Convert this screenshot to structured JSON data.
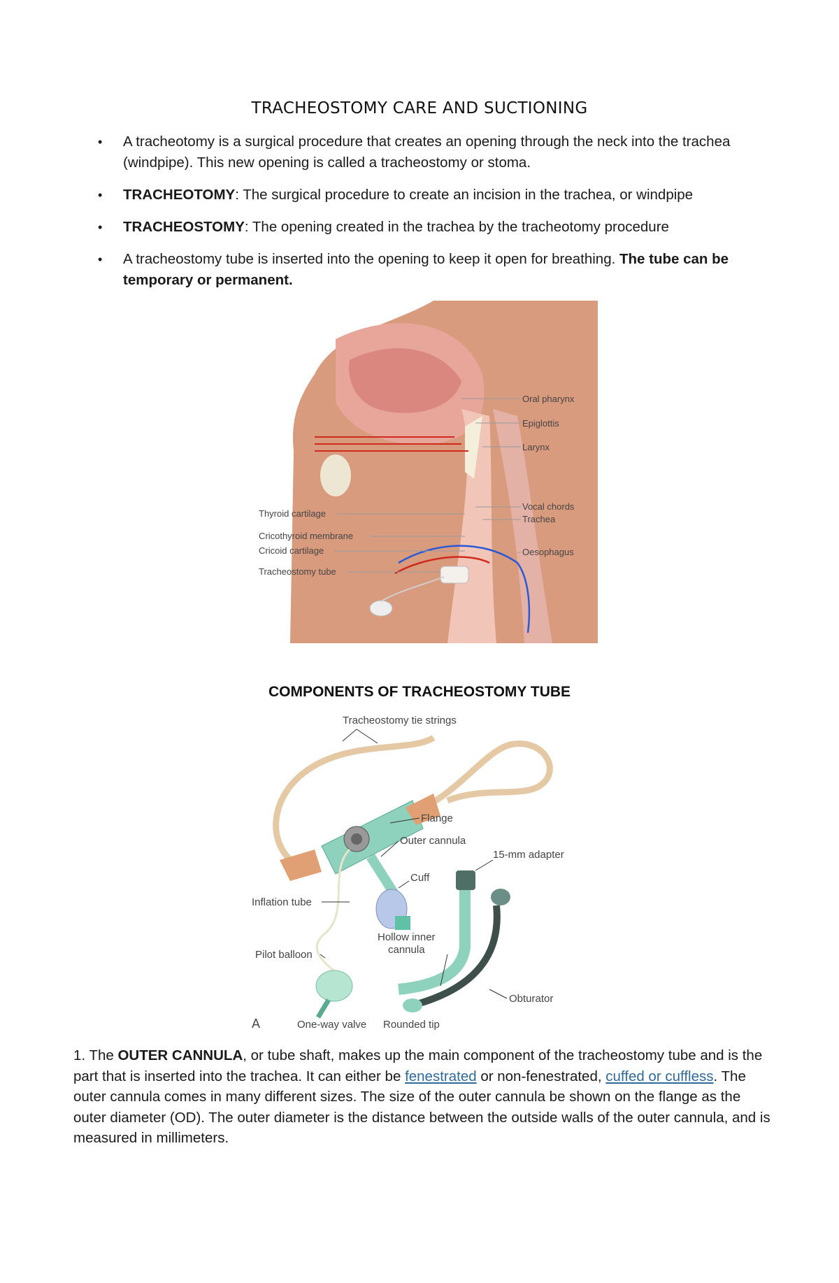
{
  "document": {
    "title": "TRACHEOSTOMY CARE AND SUCTIONING",
    "bullets": [
      {
        "pre": "",
        "bold": "",
        "text": "A tracheotomy is a surgical procedure that creates an opening through the neck into the trachea (windpipe). This new opening is called a tracheostomy or stoma.",
        "bold_tail": ""
      },
      {
        "pre": "",
        "bold": "TRACHEOTOMY",
        "text": ": The surgical procedure to create an incision in the trachea, or windpipe",
        "bold_tail": ""
      },
      {
        "pre": "",
        "bold": "TRACHEOSTOMY",
        "text": ": The opening created in the trachea by the tracheotomy procedure",
        "bold_tail": ""
      },
      {
        "pre": "",
        "bold": "",
        "text": "A tracheostomy tube is inserted into the opening to keep it open for breathing. ",
        "bold_tail": "The tube can be temporary or permanent."
      }
    ],
    "anatomy_labels": {
      "oral_pharynx": "Oral pharynx",
      "epiglottis": "Epiglottis",
      "larynx": "Larynx",
      "vocal_chords": "Vocal chords",
      "trachea": "Trachea",
      "oesophagus": "Oesophagus",
      "thyroid_cartilage": "Thyroid cartilage",
      "cricothyroid_membrane": "Cricothyroid membrane",
      "cricoid_cartilage": "Cricoid cartilage",
      "tracheostomy_tube": "Tracheostomy tube"
    },
    "components_title": "COMPONENTS OF TRACHEOSTOMY TUBE",
    "component_labels": {
      "tie_strings": "Tracheostomy tie strings",
      "flange": "Flange",
      "outer_cannula": "Outer cannula",
      "adapter": "15-mm adapter",
      "cuff": "Cuff",
      "inflation_tube": "Inflation tube",
      "inner_cannula_1": "Hollow inner",
      "inner_cannula_2": "cannula",
      "pilot_balloon": "Pilot balloon",
      "obturator": "Obturator",
      "figure_letter": "A",
      "one_way_valve": "One-way valve",
      "rounded_tip": "Rounded tip"
    },
    "paragraph": {
      "p1": "1. The ",
      "bold1": "OUTER CANNULA",
      "p2": ", or tube shaft, makes up the main component of the tracheostomy tube and is the part that is inserted into the trachea.  It can either be ",
      "link1": "fenestrated",
      "p3": " or non-fenestrated, ",
      "link2": "cuffed or cuffless",
      "p4": ". The outer cannula comes in many different sizes.  The size of the outer cannula be shown on the flange as the outer diameter (OD). The outer diameter is the distance between the outside walls of the outer cannula, and is measured in millimeters."
    }
  }
}
